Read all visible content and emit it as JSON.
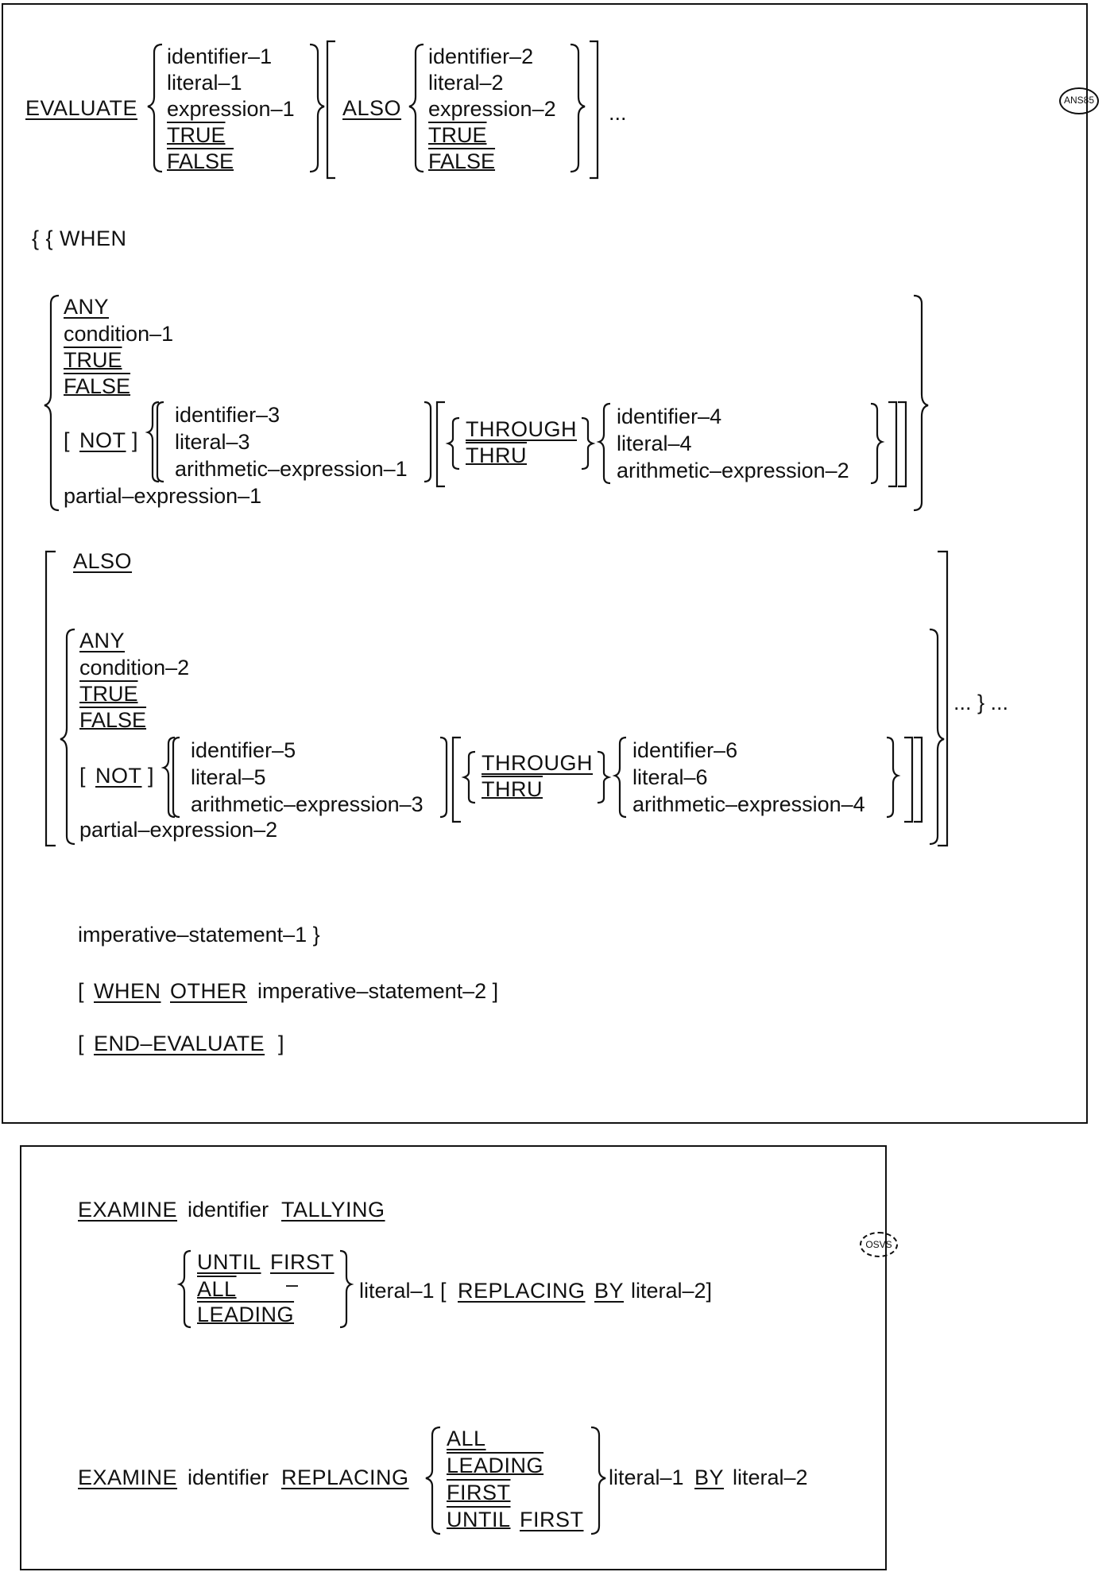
{
  "evaluate": {
    "keyword": "EVALUATE",
    "subject1": [
      "identifier–1",
      "literal–1",
      "expression–1",
      "TRUE",
      "FALSE"
    ],
    "also": "ALSO",
    "subject2": [
      "identifier–2",
      "literal–2",
      "expression–2",
      "TRUE",
      "FALSE"
    ],
    "ellipsis": "...",
    "badge": "ANS85",
    "when_open": "{ {  WHEN",
    "obj1": {
      "items": [
        "ANY",
        "condition–1",
        "TRUE",
        "FALSE"
      ],
      "not_open": "[",
      "not": "NOT",
      "not_close": "]",
      "a": [
        "identifier–3",
        "literal–3",
        "arithmetic–expression–1"
      ],
      "through": "THROUGH",
      "thru": "THRU",
      "b": [
        "identifier–4",
        "literal–4",
        "arithmetic–expression–2"
      ],
      "partial": "partial–expression–1"
    },
    "also2": "ALSO",
    "obj2": {
      "items": [
        "ANY",
        "condition–2",
        "TRUE",
        "FALSE"
      ],
      "not_open": "[",
      "not": "NOT",
      "not_close": "]",
      "a": [
        "identifier–5",
        "literal–5",
        "arithmetic–expression–3"
      ],
      "through": "THROUGH",
      "thru": "THRU",
      "b": [
        "identifier–6",
        "literal–6",
        "arithmetic–expression–4"
      ],
      "partial": "partial–expression–2"
    },
    "tail": "... }   ...",
    "imperative1": "imperative–statement–1  }",
    "when_other": {
      "open": "[",
      "when": "WHEN",
      "other": "OTHER",
      "rest": "imperative–statement–2 ]"
    },
    "end": {
      "open": "[",
      "kw": "END–EVALUATE",
      "close": "]"
    }
  },
  "examine": {
    "badge": "OSVS",
    "line1": {
      "kw": "EXAMINE",
      "mid": "identifier",
      "tally": "TALLYING"
    },
    "opts1": {
      "until": "UNTIL",
      "first": "FIRST",
      "all": "ALL",
      "dash": "–",
      "leading": "LEADING"
    },
    "line1b": {
      "lit1": "literal–1  [",
      "replacing": "REPLACING",
      "by": "BY",
      "lit2": "literal–2]"
    },
    "line2": {
      "kw": "EXAMINE",
      "mid": "identifier",
      "replacing": "REPLACING"
    },
    "opts2": [
      "ALL",
      "LEADING",
      "FIRST"
    ],
    "opts2_until": "UNTIL",
    "opts2_first": "FIRST",
    "line2b": {
      "lit1": "literal–1",
      "by": "BY",
      "lit2": "literal–2"
    }
  }
}
